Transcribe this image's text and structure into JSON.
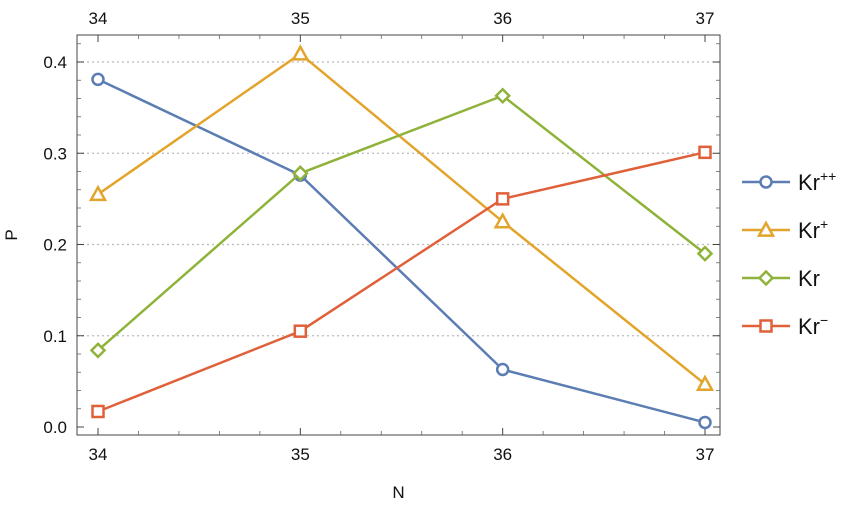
{
  "chart_data": {
    "type": "line",
    "title": "",
    "xlabel": "N",
    "ylabel": "P",
    "x": [
      34,
      35,
      36,
      37
    ],
    "xlim": [
      34,
      37
    ],
    "ylim": [
      0,
      0.43
    ],
    "x_ticks": [
      "34",
      "35",
      "36",
      "37"
    ],
    "x_ticks_top": [
      "34",
      "35",
      "36",
      "37"
    ],
    "y_ticks": [
      "0.0",
      "0.1",
      "0.2",
      "0.3",
      "0.4"
    ],
    "y_tick_values": [
      0,
      0.1,
      0.2,
      0.3,
      0.4
    ],
    "grid": "horizontal dotted",
    "legend_position": "right",
    "series": [
      {
        "base": "Kr",
        "sup": "++",
        "marker": "circle",
        "color": "#5B7DB3",
        "values": [
          0.381,
          0.276,
          0.063,
          0.005
        ]
      },
      {
        "base": "Kr",
        "sup": "+",
        "marker": "triangle",
        "color": "#E3A42C",
        "values": [
          0.255,
          0.409,
          0.225,
          0.047
        ]
      },
      {
        "base": "Kr",
        "sup": "",
        "marker": "diamond",
        "color": "#8FB33A",
        "values": [
          0.084,
          0.278,
          0.363,
          0.19
        ]
      },
      {
        "base": "Kr",
        "sup": "−",
        "marker": "square",
        "color": "#E0603A",
        "values": [
          0.017,
          0.105,
          0.25,
          0.301
        ]
      }
    ]
  }
}
